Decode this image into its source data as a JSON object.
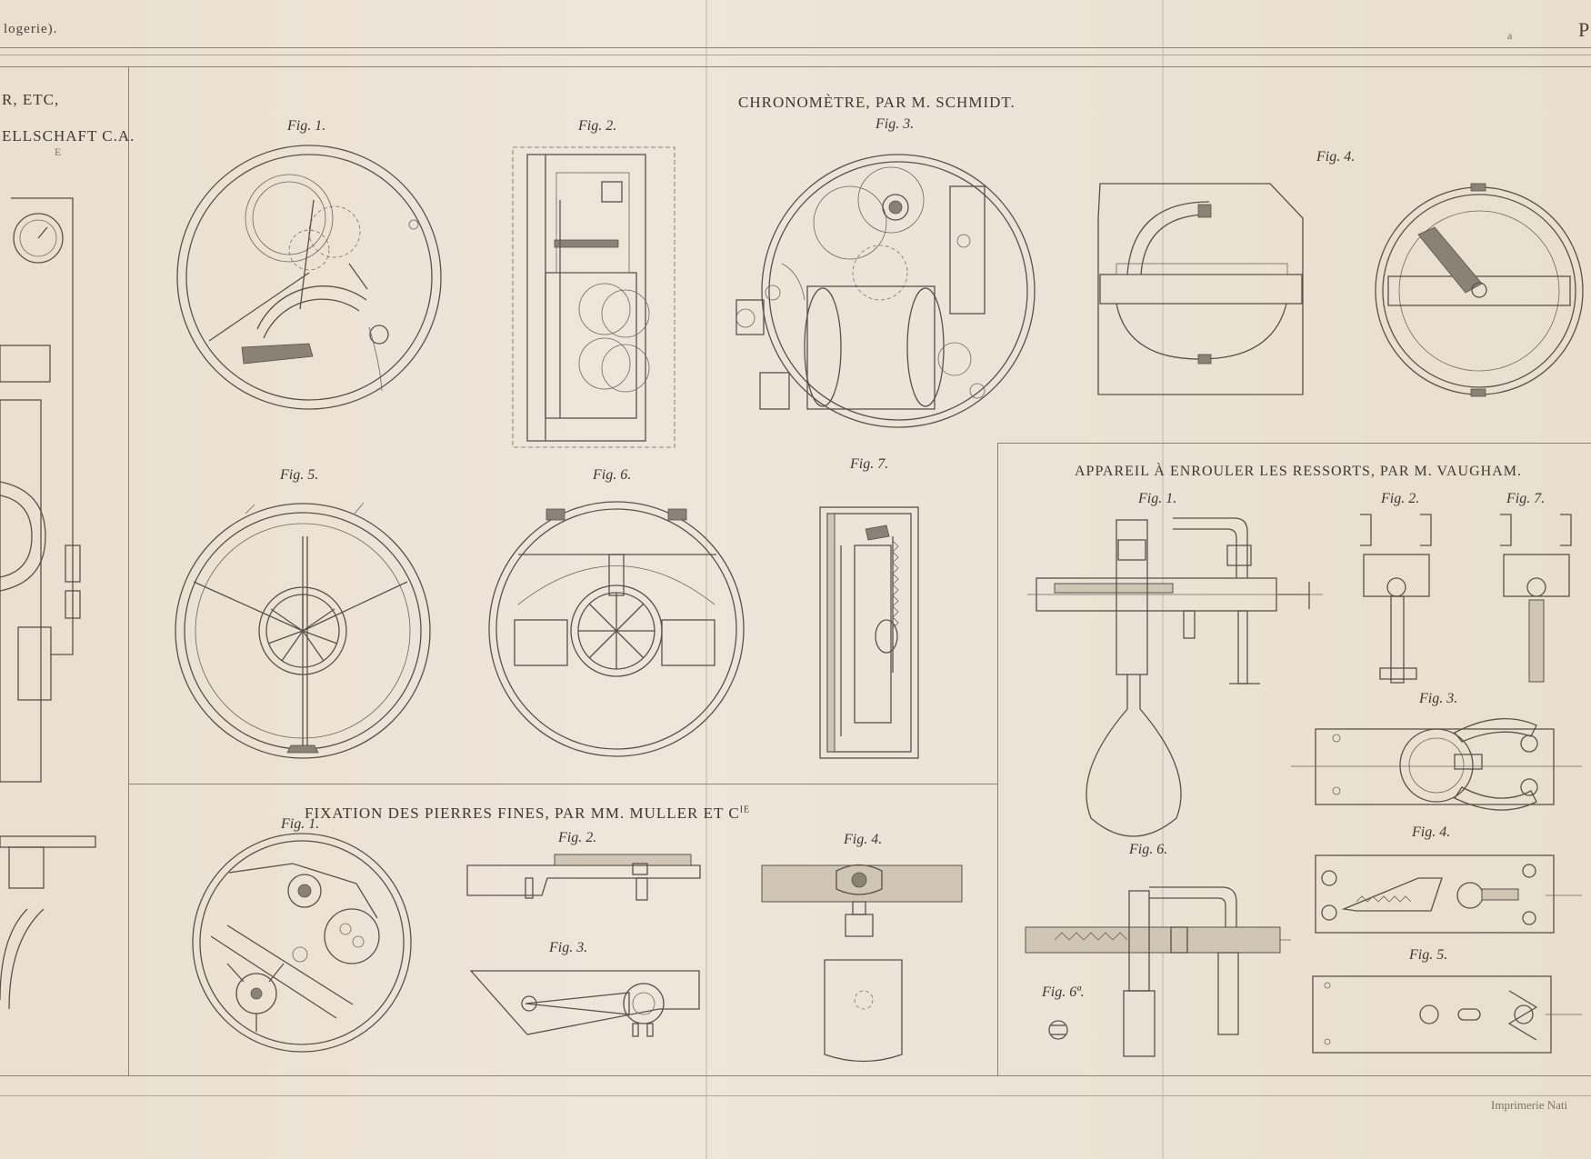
{
  "header": {
    "left": "logerie).",
    "right": "P",
    "right_mark": "a"
  },
  "left_panel": {
    "title_line1": "R, ETC,",
    "title_line2": "ELLSCHAFT C.A.",
    "title_line3": "E"
  },
  "chronometre": {
    "title": "CHRONOMÈTRE, PAR M. SCHMIDT.",
    "figs": [
      "Fig. 1.",
      "Fig. 2.",
      "Fig. 3.",
      "Fig. 4.",
      "Fig. 5.",
      "Fig. 6.",
      "Fig. 7."
    ]
  },
  "fixation": {
    "title": "FIXATION DES PIERRES FINES, PAR MM. MULLER ET C",
    "title_sup": "IE",
    "figs": [
      "Fig. 1.",
      "Fig. 2.",
      "Fig. 3.",
      "Fig. 4."
    ]
  },
  "appareil": {
    "title": "APPAREIL À ENROULER LES RESSORTS, PAR M. VAUGHAM.",
    "figs": [
      "Fig. 1.",
      "Fig. 2.",
      "Fig. 7.",
      "Fig. 3.",
      "Fig. 4.",
      "Fig. 5.",
      "Fig. 6.",
      "Fig. 6ª."
    ]
  },
  "footer": {
    "imprint": "Imprimerie Nati"
  }
}
